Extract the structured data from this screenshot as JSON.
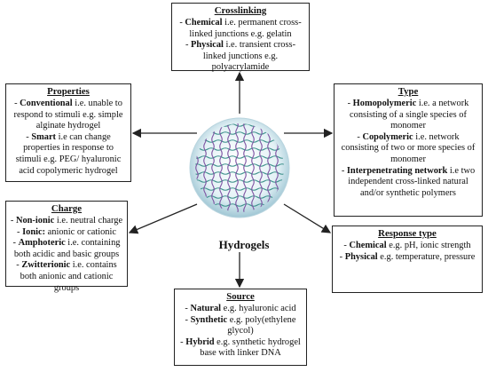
{
  "center": {
    "label": "Hydrogels"
  },
  "colors": {
    "mesh_a": "#3a8f8a",
    "mesh_b": "#7b4fa0",
    "sphere": "#cfe8f0",
    "arrow": "#222222"
  },
  "boxes": {
    "crosslinking": {
      "title": "Crosslinking",
      "items": [
        {
          "term": "Chemical",
          "desc": " i.e. permanent cross-linked junctions e.g. gelatin",
          "prefix": "- "
        },
        {
          "term": "Physical",
          "desc": " i.e. transient cross-linked junctions e.g. polyacrylamide",
          "prefix": "- "
        }
      ]
    },
    "properties": {
      "title": "Properties",
      "items": [
        {
          "term": "Conventional",
          "desc": " i.e. unable to respond to stimuli e.g. simple alginate hydrogel",
          "prefix": "- "
        },
        {
          "term": "Smart",
          "desc": " i.e can change properties in response to stimuli e.g. PEG/ hyaluronic acid copolymeric hydrogel",
          "prefix": "- "
        }
      ]
    },
    "type": {
      "title": "Type",
      "items": [
        {
          "term": "Homopolymeric",
          "desc": " i.e. a network consisting of a single species of monomer",
          "prefix": "- "
        },
        {
          "term": "Copolymeric",
          "desc": " i.e. network consisting of two or more species of monomer",
          "prefix": "- "
        },
        {
          "term": "Interpenetrating network",
          "desc": " i.e two independent cross-linked natural and/or synthetic polymers",
          "prefix": "- "
        }
      ]
    },
    "charge": {
      "title": "Charge",
      "items": [
        {
          "term": "Non-ionic",
          "desc": " i.e. neutral charge",
          "prefix": "- "
        },
        {
          "term": "Ionic:",
          "desc": " anionic or cationic",
          "prefix": "- "
        },
        {
          "term": "Amphoteric",
          "desc": " i.e. containing both acidic and basic groups",
          "prefix": "- "
        },
        {
          "term": "Zwitterionic",
          "desc": " i.e. contains both anionic and cationic groups",
          "prefix": "- "
        }
      ]
    },
    "response": {
      "title": "Response type",
      "items": [
        {
          "term": "Chemical",
          "desc": " e.g. pH, ionic strength",
          "prefix": "- "
        },
        {
          "term": "Physical",
          "desc": " e.g. temperature, pressure",
          "prefix": "- "
        }
      ]
    },
    "source": {
      "title": "Source",
      "items": [
        {
          "term": "Natural",
          "desc": " e.g. hyaluronic acid",
          "prefix": "- "
        },
        {
          "term": "Synthetic",
          "desc": " e.g. poly(ethylene glycol)",
          "prefix": "- "
        },
        {
          "term": "Hybrid",
          "desc": " e.g. synthetic hydrogel base with linker DNA",
          "prefix": "- "
        }
      ]
    }
  }
}
